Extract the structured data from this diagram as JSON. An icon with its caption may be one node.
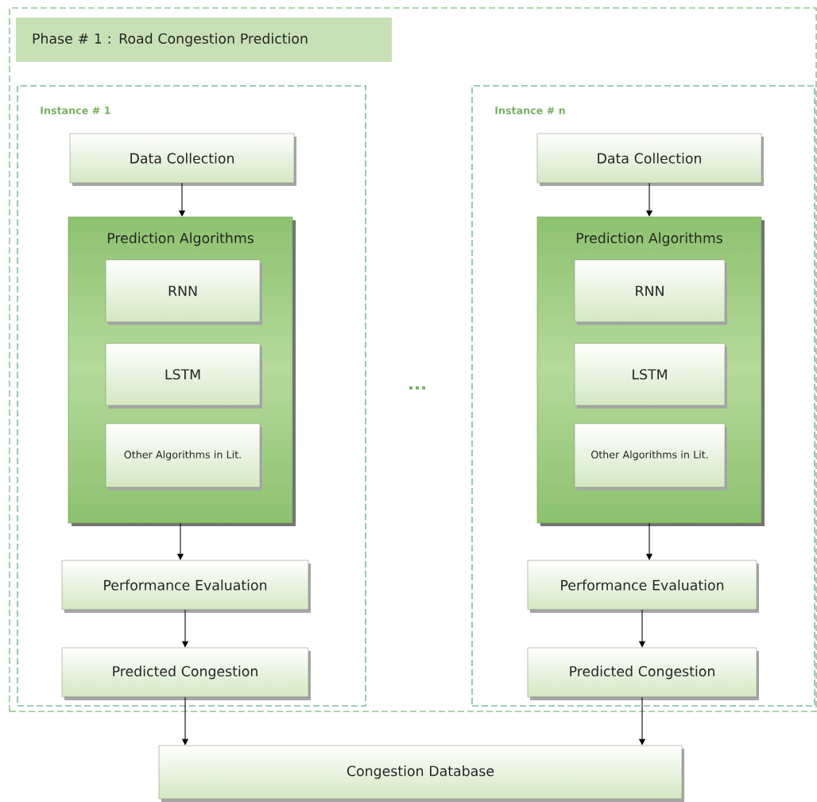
{
  "diagram": {
    "nodes": [
      {
        "text": [],
        "shape": "box"
      },
      {
        "text": [
          "Phase # 1 : Road Congestion Prediction"
        ],
        "in": 0
      },
      {
        "text": [
          "Instance # 1"
        ],
        "in": 0
      },
      {
        "text": [
          "Data Collection"
        ],
        "in": 2
      },
      {
        "text": [
          "Prediction Algorithms"
        ],
        "in": 2
      },
      {
        "text": [
          "RNN"
        ],
        "in": 4
      },
      {
        "text": [
          "LSTM"
        ],
        "in": 4
      },
      {
        "text": [
          "Other Algorithms in Lit."
        ],
        "in": 4
      },
      {
        "text": [
          "Performance Evaluation"
        ],
        "in": 2
      },
      {
        "text": [
          "Predicted Congestion"
        ],
        "in": 2
      },
      {
        "text": [
          "Instance # n"
        ],
        "in": 0
      },
      {
        "text": [
          "Data Collection"
        ],
        "in": 10
      },
      {
        "text": [
          "Prediction Algorithms"
        ],
        "in": 10
      },
      {
        "text": [
          "RNN"
        ],
        "in": 12
      },
      {
        "text": [
          "LSTM"
        ],
        "in": 12
      },
      {
        "text": [
          "Other Algorithms in Lit."
        ],
        "in": 12
      },
      {
        "text": [
          "Performance Evaluation"
        ],
        "in": 10
      },
      {
        "text": [
          "Predicted Congestion"
        ],
        "in": 10
      },
      {
        "text": [
          "Congestion Database"
        ]
      }
    ],
    "edges": [
      {
        "from": 3,
        "to": 4,
        "arrow": "to"
      },
      {
        "from": 4,
        "to": 8,
        "arrow": "to"
      },
      {
        "from": 8,
        "to": 9,
        "arrow": "to"
      },
      {
        "from": 11,
        "to": 12,
        "arrow": "to"
      },
      {
        "from": 12,
        "to": 16,
        "arrow": "to"
      },
      {
        "from": 16,
        "to": 17,
        "arrow": "to"
      },
      {
        "from": 9,
        "to": 18,
        "arrow": "to"
      },
      {
        "from": 17,
        "to": 18,
        "arrow": "to"
      }
    ],
    "labels": [
      "..."
    ]
  }
}
